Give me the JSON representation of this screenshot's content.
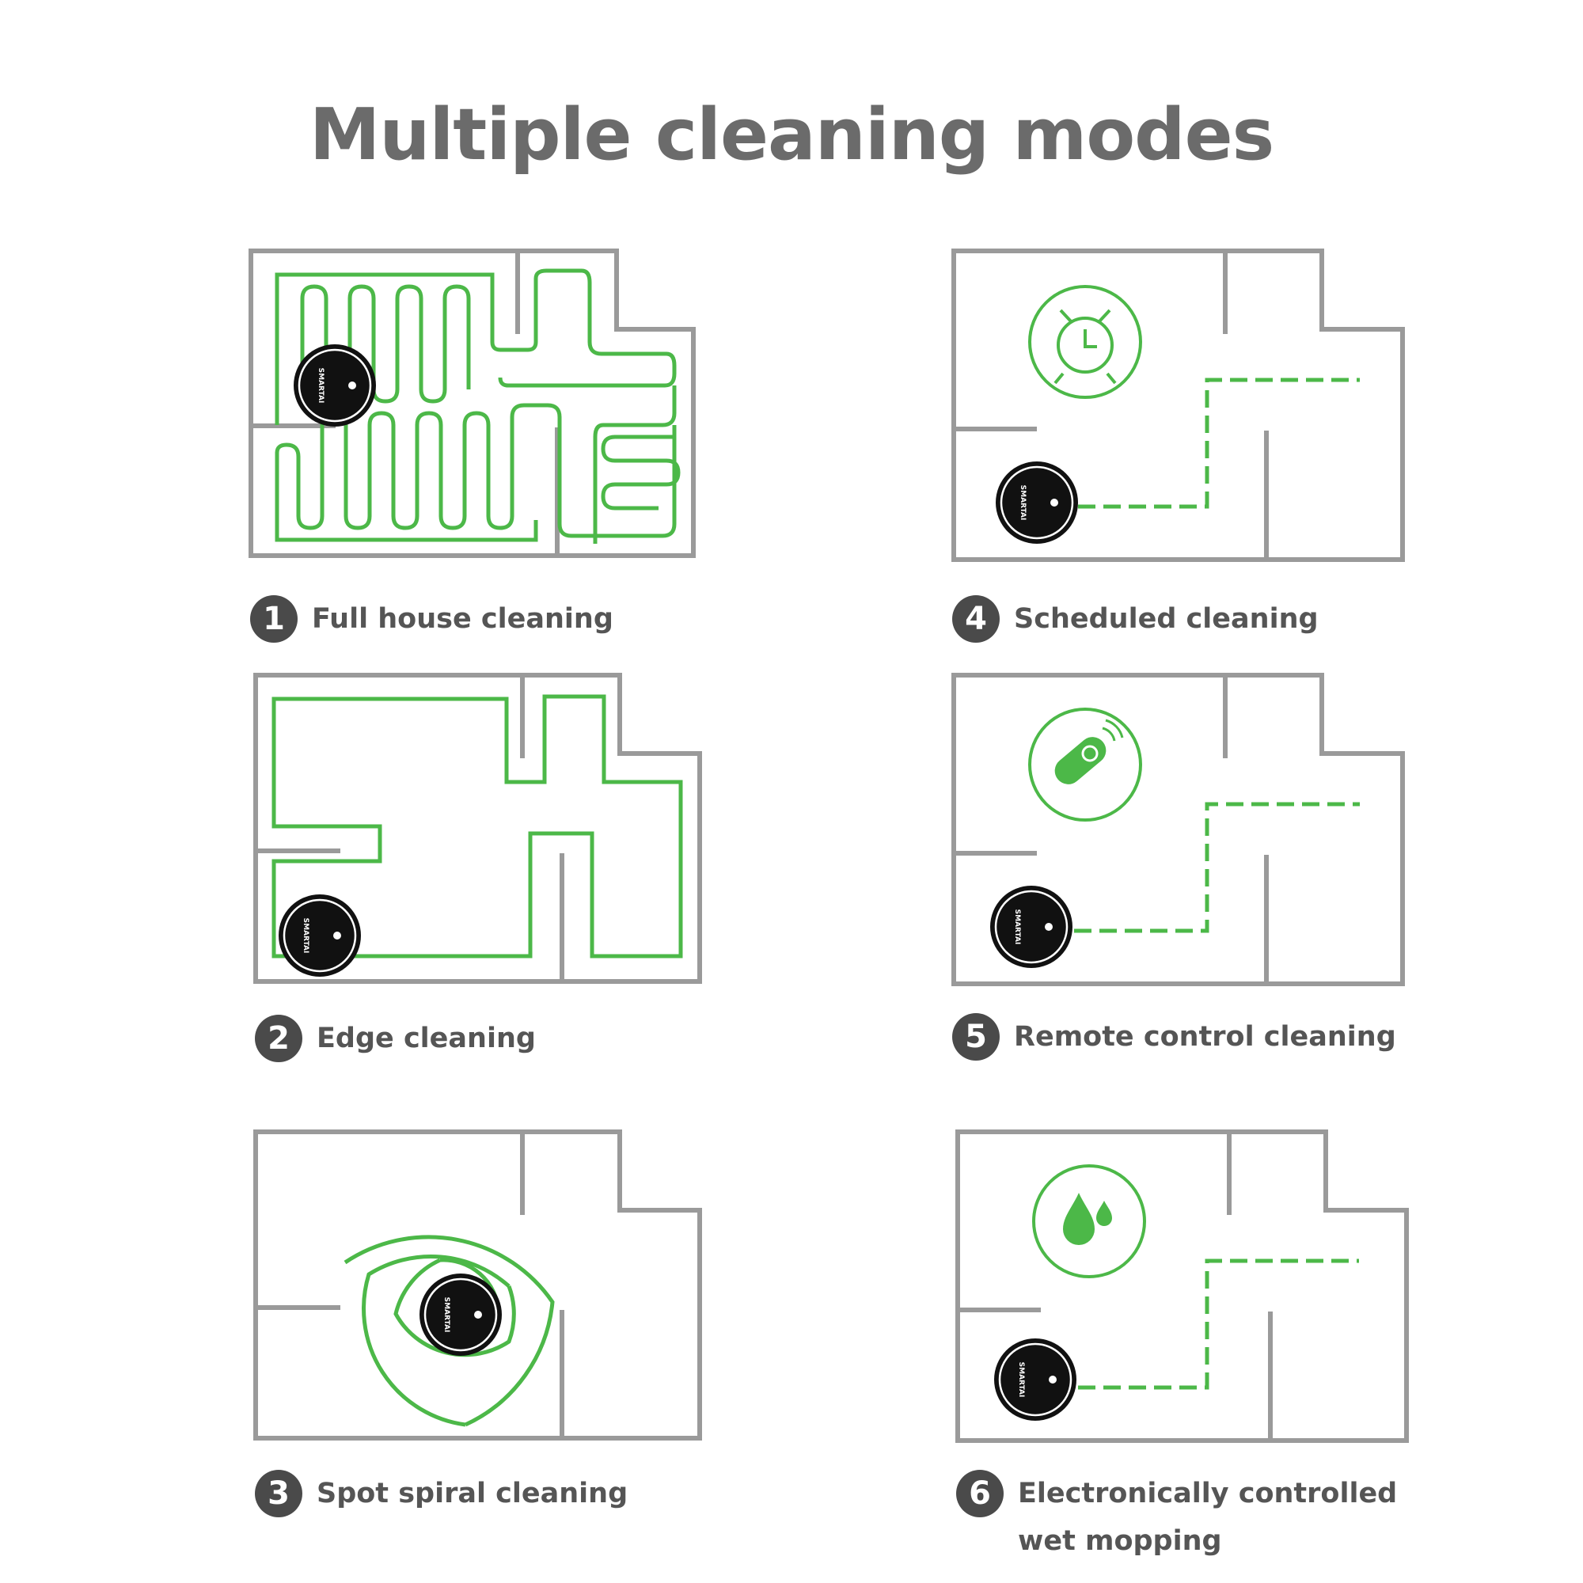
{
  "title": "Multiple cleaning modes",
  "robot": {
    "brand": "SMARTAI"
  },
  "colors": {
    "wall": "#9a9a9a",
    "path": "#4cb848",
    "robot": "#111111",
    "badge": "#4a4a4a",
    "text": "#555555"
  },
  "modes": [
    {
      "number": "1",
      "label": "Full house cleaning",
      "icon": ""
    },
    {
      "number": "2",
      "label": "Edge cleaning",
      "icon": ""
    },
    {
      "number": "3",
      "label": "Spot spiral cleaning",
      "icon": ""
    },
    {
      "number": "4",
      "label": "Scheduled cleaning",
      "icon": "alarm-clock-icon"
    },
    {
      "number": "5",
      "label": "Remote control cleaning",
      "icon": "remote-control-icon"
    },
    {
      "number": "6",
      "label": "Electronically controlled",
      "label2": "wet mopping",
      "icon": "water-drops-icon"
    }
  ]
}
